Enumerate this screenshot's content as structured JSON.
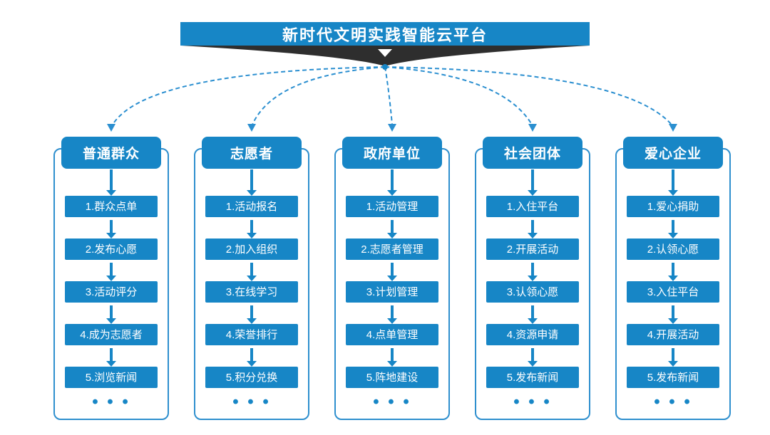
{
  "diagram": {
    "title": "新时代文明实践智能云平台",
    "more": "• • •",
    "colors": {
      "primary_blue": "#1786c6",
      "dashed_line_blue": "#2b8fd0",
      "container_border_blue": "#2e8fce",
      "ribbon_dark": "#2e2e2e"
    },
    "columns": [
      {
        "title": "普通群众",
        "items": [
          "1.群众点单",
          "2.发布心愿",
          "3.活动评分",
          "4.成为志愿者",
          "5.浏览新闻"
        ]
      },
      {
        "title": "志愿者",
        "items": [
          "1.活动报名",
          "2.加入组织",
          "3.在线学习",
          "4.荣誉排行",
          "5.积分兑换"
        ]
      },
      {
        "title": "政府单位",
        "items": [
          "1.活动管理",
          "2.志愿者管理",
          "3.计划管理",
          "4.点单管理",
          "5.阵地建设"
        ]
      },
      {
        "title": "社会团体",
        "items": [
          "1.入住平台",
          "2.开展活动",
          "3.认领心愿",
          "4.资源申请",
          "5.发布新闻"
        ]
      },
      {
        "title": "爱心企业",
        "items": [
          "1.爱心捐助",
          "2.认领心愿",
          "3.入住平台",
          "4.开展活动",
          "5.发布新闻"
        ]
      }
    ]
  }
}
